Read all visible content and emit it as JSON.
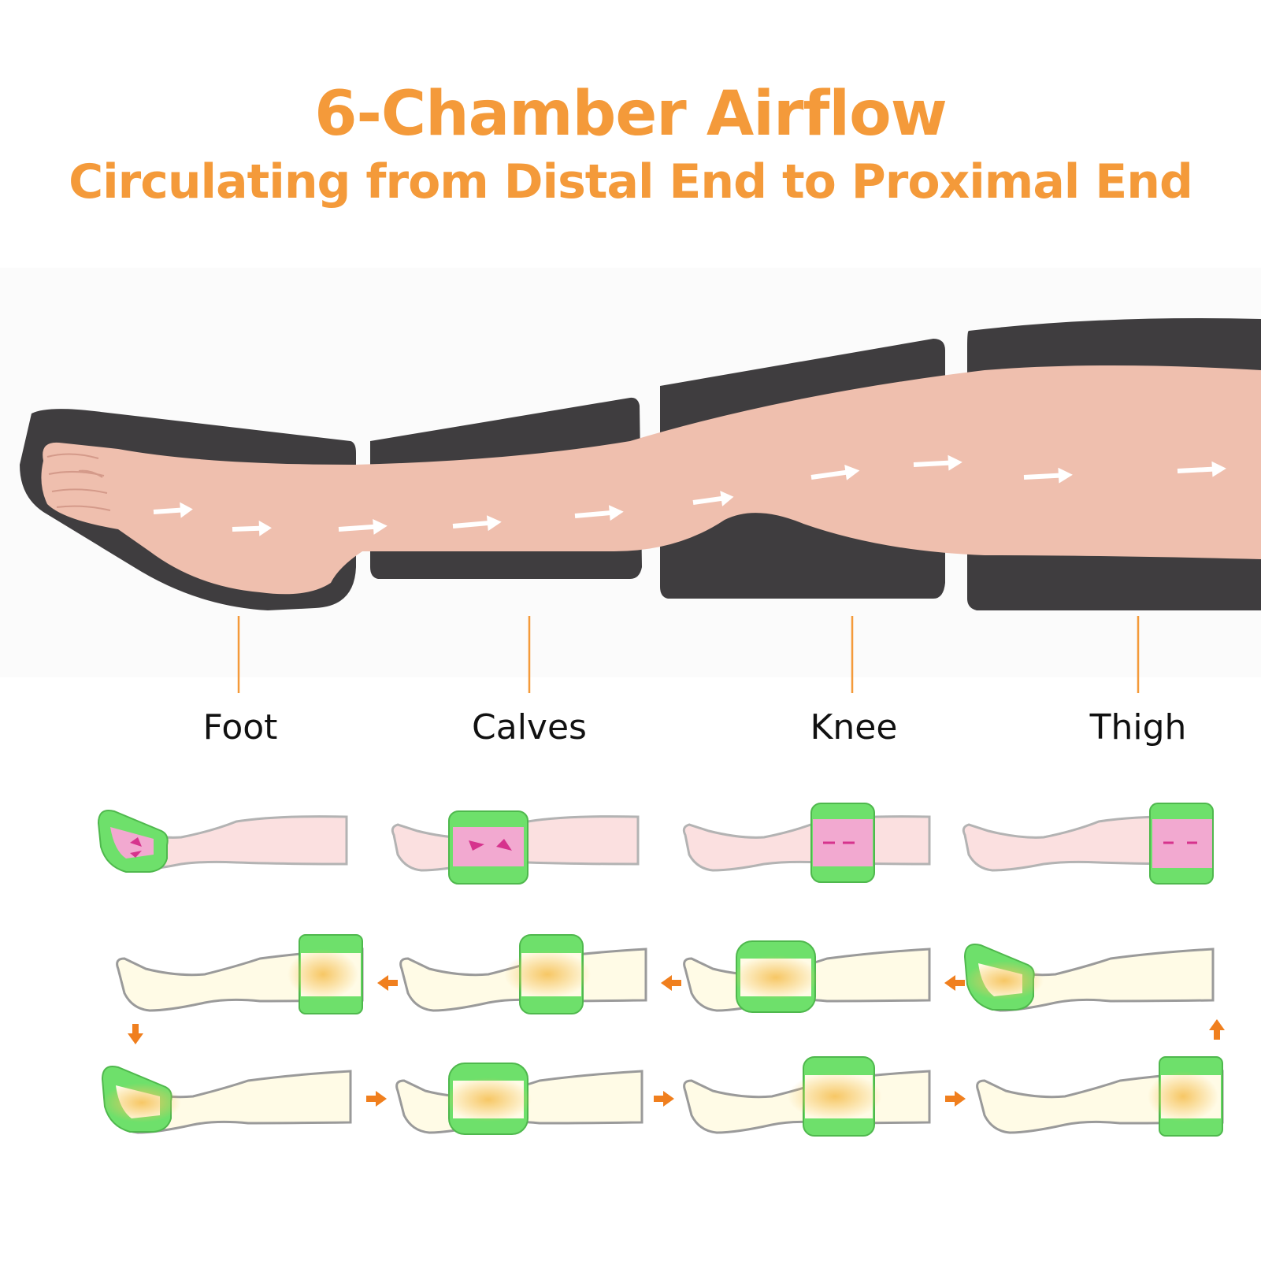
{
  "title": "6-Chamber Airflow",
  "subtitle": "Circulating from Distal End to Proximal End",
  "labels": {
    "foot": "Foot",
    "calves": "Calves",
    "knee": "Knee",
    "thigh": "Thigh"
  },
  "colors": {
    "accent_orange": "#f49a3a",
    "skin": "#efbfae",
    "sleeve": "#3f3d3f",
    "chamber_green": "#6ee06b",
    "pressure_pink": "#f2a9d0",
    "warm_glow": "#f6c45e",
    "leg_outline_fill": "#fffbe6"
  },
  "icons": {
    "flow_arrow": "right-arrow-icon",
    "sequence_arrow": "orange-arrow-icon"
  }
}
